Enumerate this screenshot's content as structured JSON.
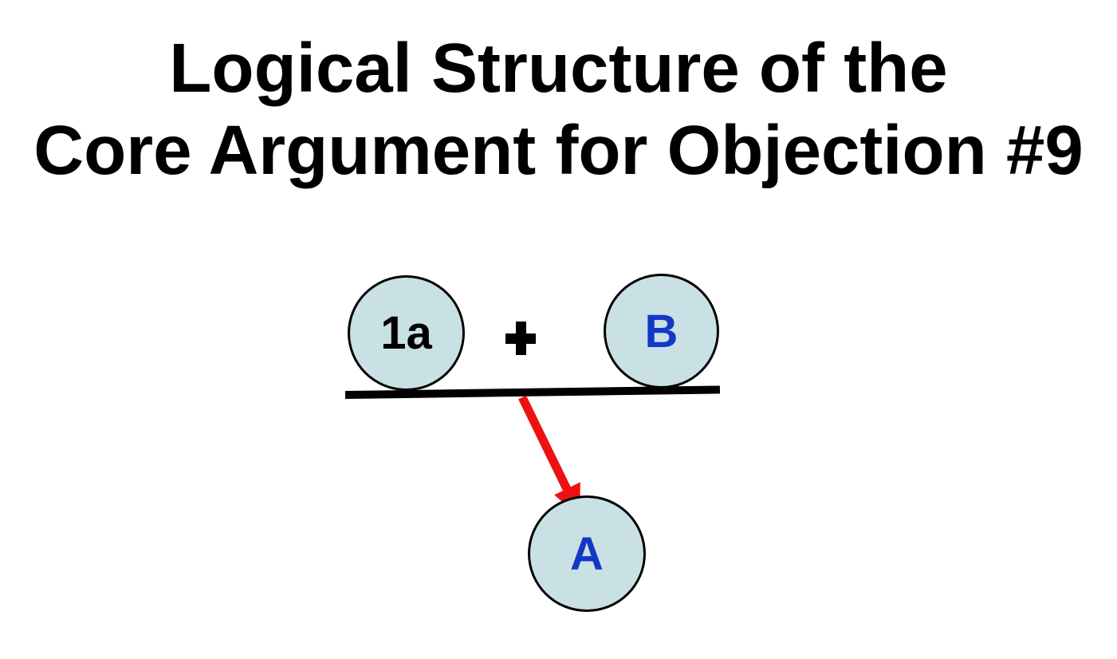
{
  "title": {
    "line1": "Logical Structure of the",
    "line2": "Core Argument for Objection #9"
  },
  "diagram": {
    "premise_left_label": "1a",
    "operator_label": "+",
    "premise_right_label": "B",
    "conclusion_label": "A",
    "arrow_meaning": "inference from premises to conclusion"
  },
  "theme": {
    "bg": "#ffffff",
    "ink": "#000000",
    "circle-fill": "#c9e1e5",
    "circle-border": "#000000",
    "blue-label": "#1437c8",
    "arrow-red": "#ee1111"
  }
}
